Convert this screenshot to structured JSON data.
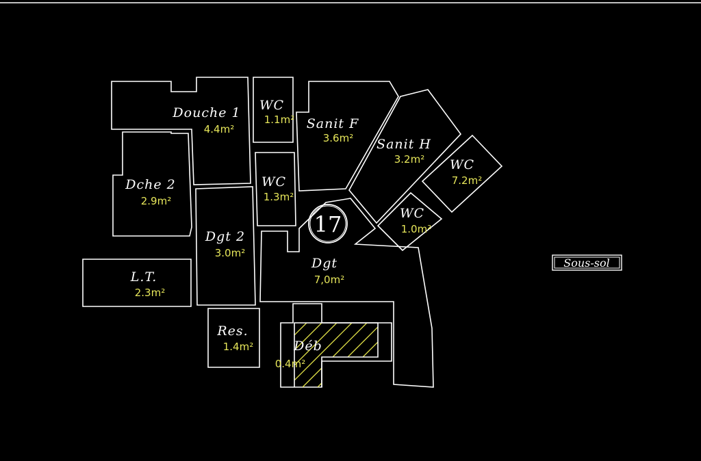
{
  "plan": {
    "number": "17",
    "level": "Sous-sol",
    "rooms": [
      {
        "name": "Douche 1",
        "area": "4.4m²"
      },
      {
        "name": "WC",
        "area": "1.1m²"
      },
      {
        "name": "Sanit F",
        "area": "3.6m²"
      },
      {
        "name": "Sanit H",
        "area": "3.2m²"
      },
      {
        "name": "WC",
        "area": "7.2m²"
      },
      {
        "name": "Dche 2",
        "area": "2.9m²"
      },
      {
        "name": "WC",
        "area": "1.3m²"
      },
      {
        "name": "WC",
        "area": "1.0m²"
      },
      {
        "name": "Dgt 2",
        "area": "3.0m²"
      },
      {
        "name": "Dgt",
        "area": "7,0m²"
      },
      {
        "name": "L.T.",
        "area": "2.3m²"
      },
      {
        "name": "Res.",
        "area": "1.4m²"
      },
      {
        "name": "Déb",
        "area": "0.4m²"
      }
    ]
  }
}
